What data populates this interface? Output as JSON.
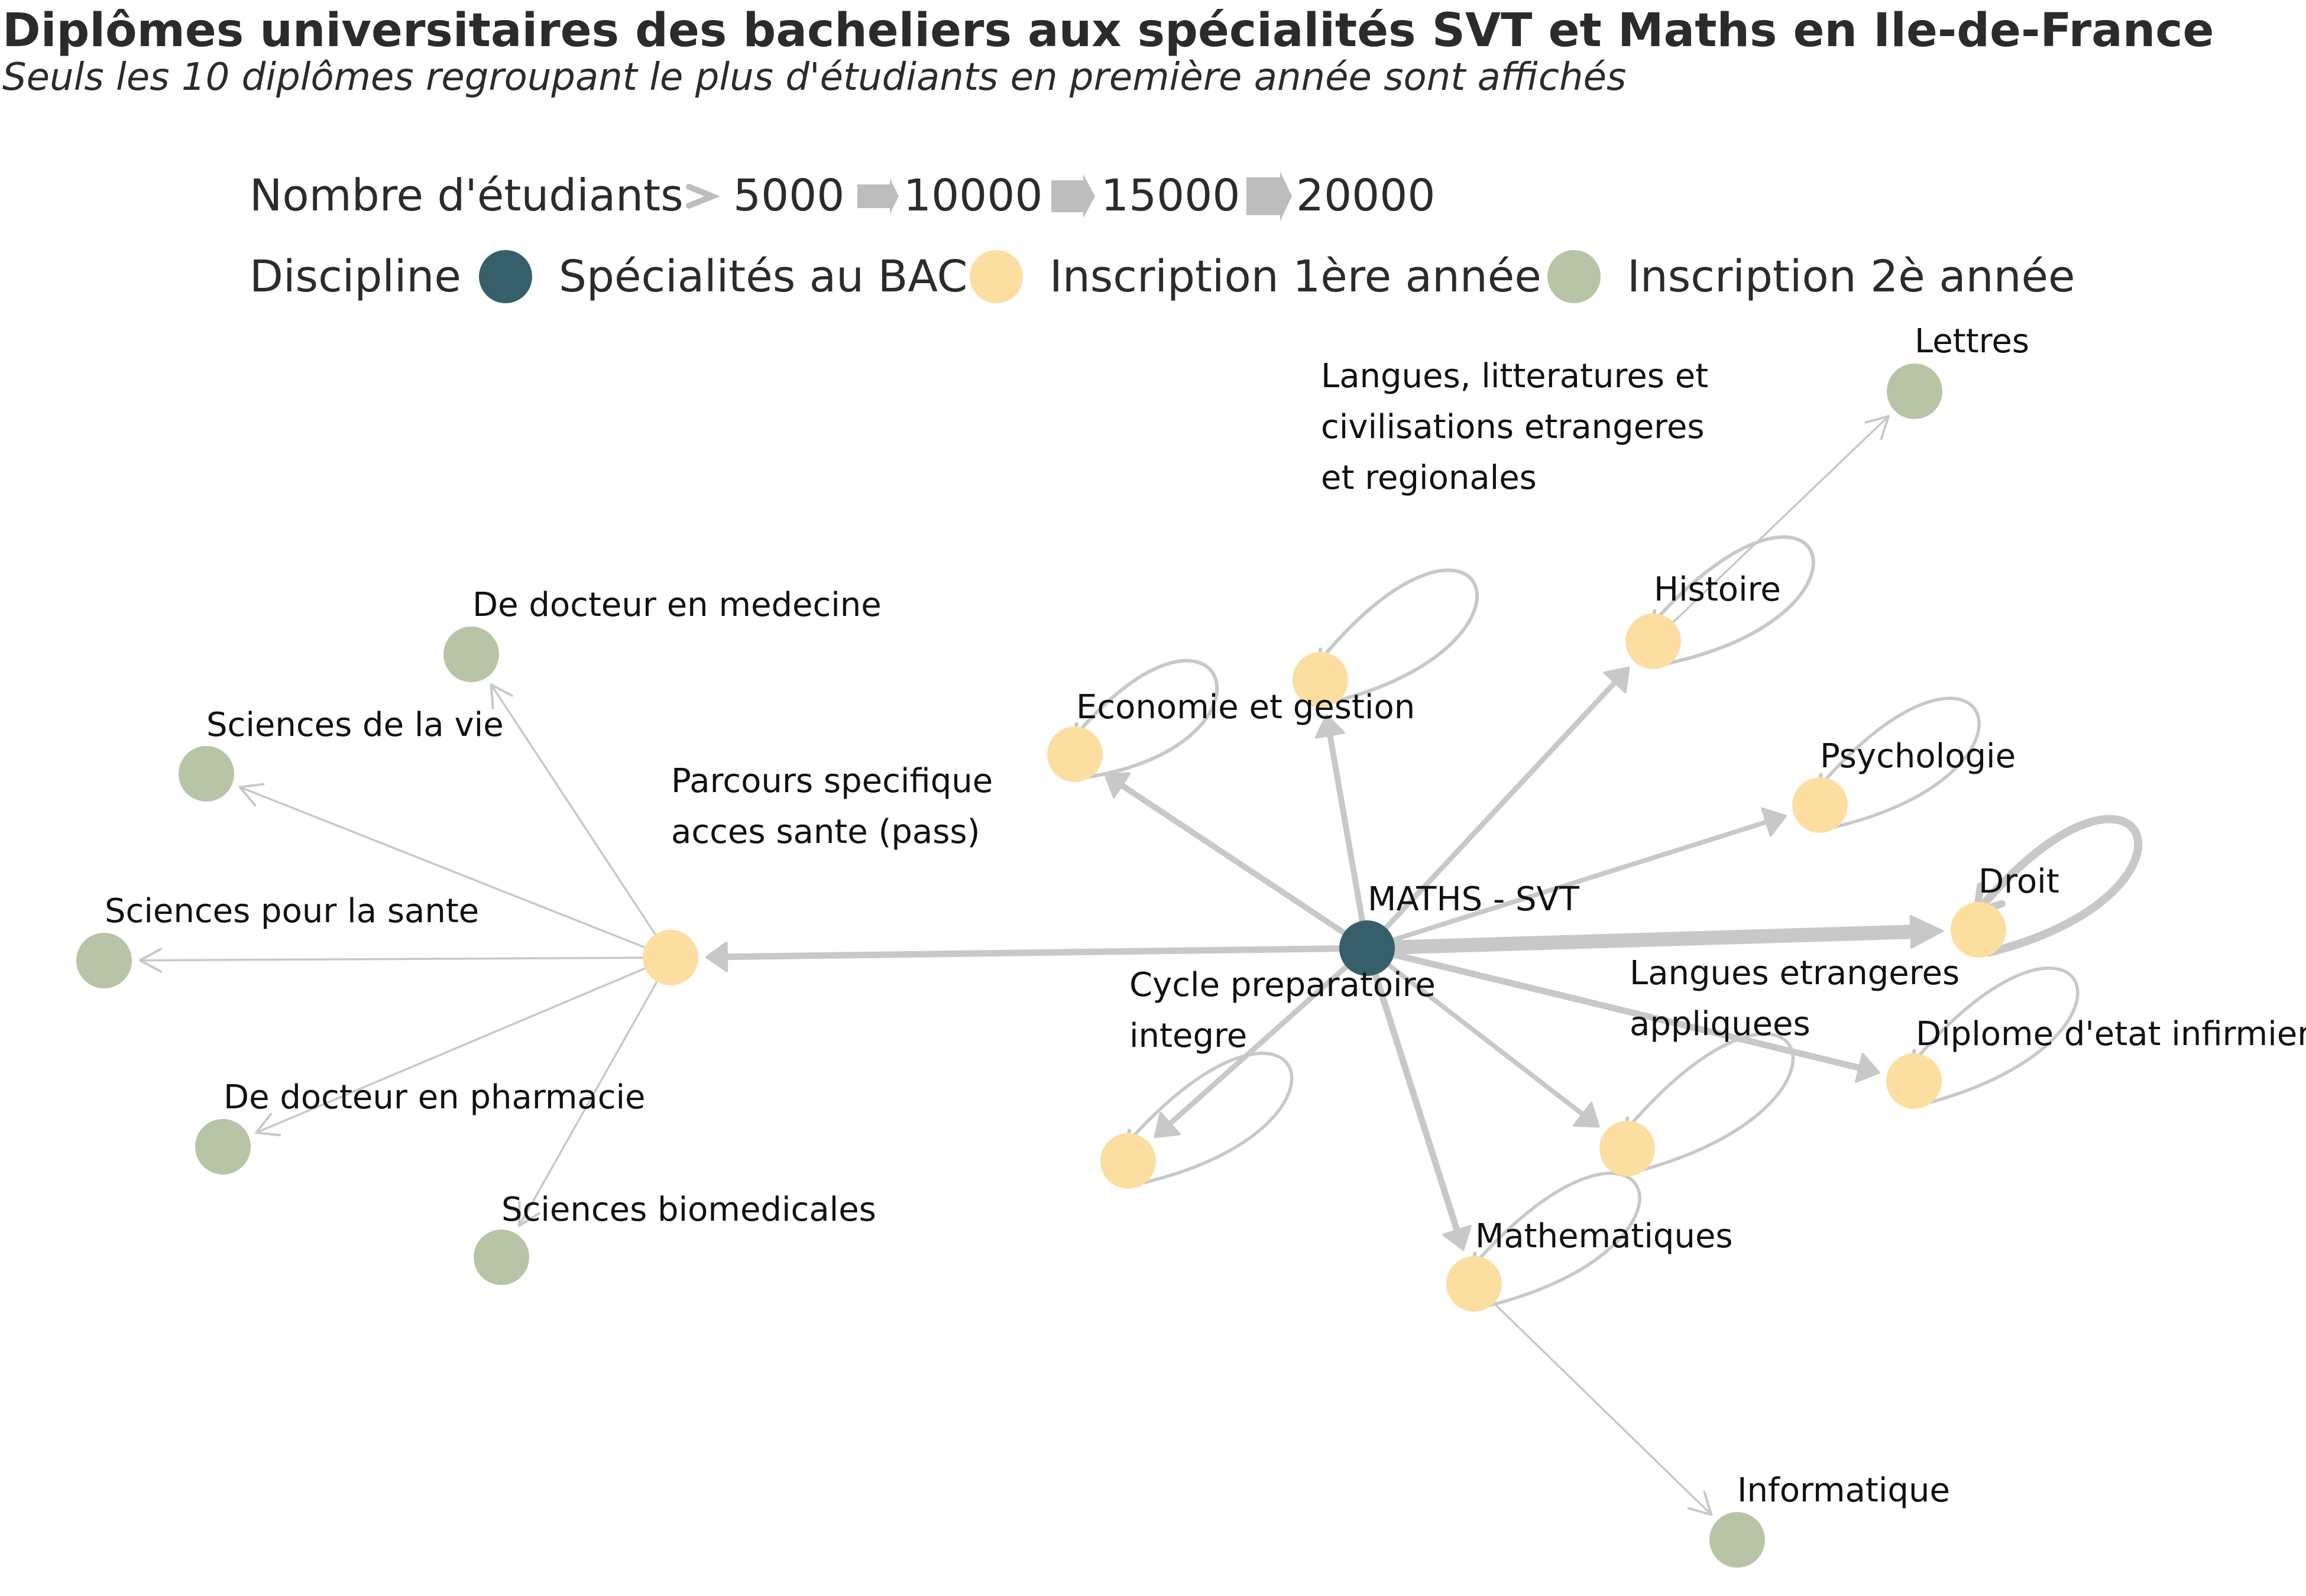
{
  "title": "Diplômes universitaires des bacheliers aux spécialités SVT et Maths en Ile-de-France",
  "subtitle": "Seuls les 10 diplômes regroupant le plus d'étudiants en première année sont affichés",
  "legend": {
    "size_title": "Nombre d'étudiants",
    "size_values": [
      "5000",
      "10000",
      "15000",
      "20000"
    ],
    "color_title": "Discipline",
    "color_items": [
      {
        "label": "Spécialités au BAC",
        "color": "#365f6b"
      },
      {
        "label": "Inscription 1ère année",
        "color": "#fcdea1"
      },
      {
        "label": "Inscription 2è année",
        "color": "#b8c4a6"
      }
    ]
  },
  "colors": {
    "bac": "#365f6b",
    "first_year": "#fcdea1",
    "second_year": "#b8c4a6",
    "edge": "#c8c8c8"
  },
  "nodes": [
    {
      "id": "maths_svt",
      "label": "MATHS - SVT",
      "group": "bac"
    },
    {
      "id": "pass",
      "label": "Parcours specifique\nacces sante (pass)",
      "group": "first_year"
    },
    {
      "id": "eco",
      "label": "Economie et gestion",
      "group": "first_year"
    },
    {
      "id": "eco2",
      "label": "",
      "group": "first_year"
    },
    {
      "id": "histoire",
      "label": "Histoire",
      "group": "first_year"
    },
    {
      "id": "psycho",
      "label": "Psychologie",
      "group": "first_year"
    },
    {
      "id": "droit",
      "label": "Droit",
      "group": "first_year"
    },
    {
      "id": "infirmier",
      "label": "Diplome d'etat infirmier",
      "group": "first_year"
    },
    {
      "id": "lea",
      "label": "Langues etrangeres\nappliquees",
      "group": "first_year"
    },
    {
      "id": "maths",
      "label": "Mathematiques",
      "group": "first_year"
    },
    {
      "id": "cpi",
      "label": "Cycle preparatoire\nintegre",
      "group": "first_year"
    },
    {
      "id": "lettres",
      "label": "Lettres",
      "group": "second_year"
    },
    {
      "id": "llcer",
      "label": "Langues, litteratures et\ncivilisations etrangeres\net regionales",
      "group": "second_year"
    },
    {
      "id": "medecine",
      "label": "De docteur en medecine",
      "group": "second_year"
    },
    {
      "id": "sdv",
      "label": "Sciences de la vie",
      "group": "second_year"
    },
    {
      "id": "sps",
      "label": "Sciences pour la sante",
      "group": "second_year"
    },
    {
      "id": "pharma",
      "label": "De docteur en pharmacie",
      "group": "second_year"
    },
    {
      "id": "biomed",
      "label": "Sciences biomedicales",
      "group": "second_year"
    },
    {
      "id": "info",
      "label": "Informatique",
      "group": "second_year"
    }
  ],
  "edges": [
    {
      "from": "maths_svt",
      "to": "droit",
      "students": 22000
    },
    {
      "from": "maths_svt",
      "to": "pass",
      "students": 9000
    },
    {
      "from": "maths_svt",
      "to": "infirmier",
      "students": 9000
    },
    {
      "from": "maths_svt",
      "to": "maths",
      "students": 9000
    },
    {
      "from": "maths_svt",
      "to": "eco",
      "students": 8000
    },
    {
      "from": "maths_svt",
      "to": "eco2",
      "students": 8000
    },
    {
      "from": "maths_svt",
      "to": "histoire",
      "students": 7000
    },
    {
      "from": "maths_svt",
      "to": "cpi",
      "students": 7000
    },
    {
      "from": "maths_svt",
      "to": "psycho",
      "students": 6000
    },
    {
      "from": "maths_svt",
      "to": "lea",
      "students": 6000
    },
    {
      "from": "droit",
      "to": "droit",
      "students": 12000
    },
    {
      "from": "eco",
      "to": "eco",
      "students": 4000
    },
    {
      "from": "eco2",
      "to": "eco2",
      "students": 4000
    },
    {
      "from": "histoire",
      "to": "histoire",
      "students": 4000
    },
    {
      "from": "psycho",
      "to": "psycho",
      "students": 3500
    },
    {
      "from": "infirmier",
      "to": "infirmier",
      "students": 3500
    },
    {
      "from": "lea",
      "to": "lea",
      "students": 3500
    },
    {
      "from": "maths",
      "to": "maths",
      "students": 3500
    },
    {
      "from": "cpi",
      "to": "cpi",
      "students": 3500
    },
    {
      "from": "histoire",
      "to": "lettres",
      "students": 1500
    },
    {
      "from": "pass",
      "to": "medecine",
      "students": 1500
    },
    {
      "from": "pass",
      "to": "sdv",
      "students": 1500
    },
    {
      "from": "pass",
      "to": "sps",
      "students": 1500
    },
    {
      "from": "pass",
      "to": "pharma",
      "students": 1500
    },
    {
      "from": "pass",
      "to": "biomed",
      "students": 1500
    },
    {
      "from": "maths",
      "to": "info",
      "students": 1500
    }
  ]
}
